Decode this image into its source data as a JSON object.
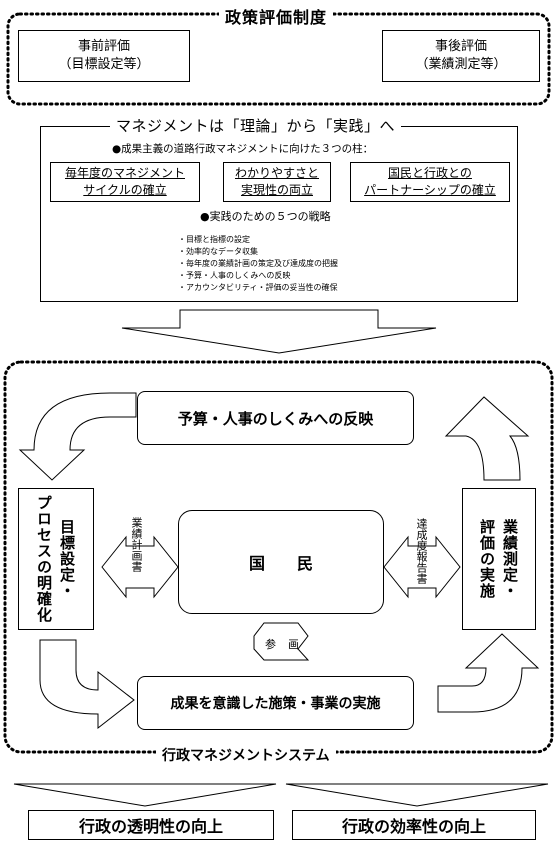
{
  "top": {
    "title": "政策評価制度",
    "left_box": [
      "事前評価",
      "（目標設定等）"
    ],
    "right_box": [
      "事後評価",
      "（業績測定等）"
    ]
  },
  "mgmt": {
    "title": "マネジメントは「理論」から「実践」へ",
    "pillars_heading": "●成果主義の道路行政マネジメントに向けた３つの柱：",
    "pillars": [
      [
        "毎年度のマネジメント",
        "サイクルの確立"
      ],
      [
        "わかりやすさと",
        "実現性の両立"
      ],
      [
        "国民と行政との",
        "パートナーシップの確立"
      ]
    ],
    "strategies_heading": "●実践のための５つの戦略",
    "strategies": [
      "・目標と指標の設定",
      "・効率的なデータ収集",
      "・毎年度の業績計画の策定及び達成度の把握",
      "・予算・人事のしくみへの反映",
      "・アカウンタビリティ・評価の妥当性の確保"
    ]
  },
  "system": {
    "top_box": "予算・人事のしくみへの反映",
    "bottom_box": "成果を意識した施策・事業の実施",
    "left_box": [
      "目標設定・",
      "プロセスの明確化"
    ],
    "right_box": [
      "業績測定・",
      "評価の実施"
    ],
    "center": "国　　民",
    "left_arrow_label": "業績計画書",
    "right_arrow_label": "達成度報告書",
    "participation_label": "参画",
    "caption": "行政マネジメントシステム"
  },
  "outcomes": [
    "行政の透明性の向上",
    "行政の効率性の向上"
  ]
}
